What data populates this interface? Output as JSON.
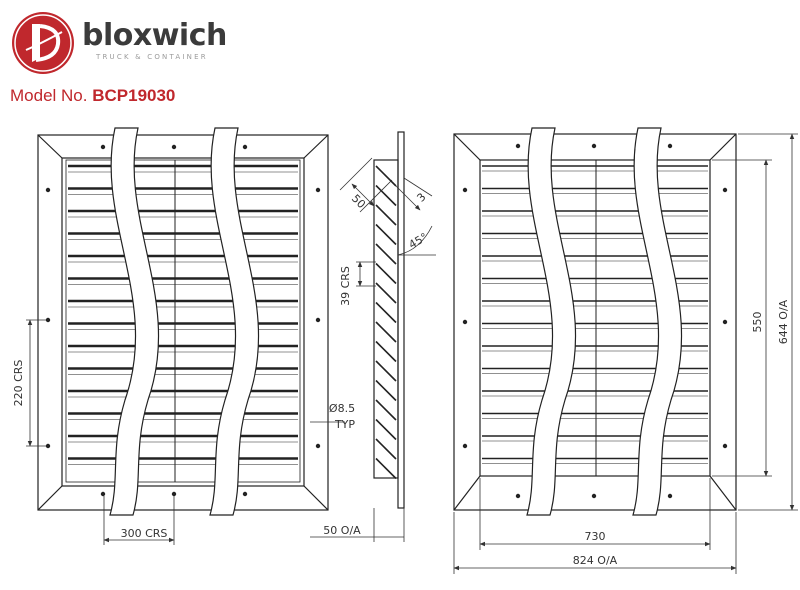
{
  "brand": {
    "name": "bloxwich",
    "tagline": "TRUCK & CONTAINER",
    "colors": {
      "red": "#c0282d",
      "grey": "#3b3b3b"
    }
  },
  "model": {
    "label": "Model No.",
    "number": "BCP19030"
  },
  "dimensions": {
    "front_left": {
      "vertical_crs": "220 CRS",
      "horizontal_crs": "300 CRS"
    },
    "side": {
      "depth": "50",
      "thickness": "3",
      "angle": "45°",
      "pitch": "39 CRS",
      "hole": "Ø8.5",
      "hole_note": "TYP",
      "overall": "50 O/A"
    },
    "front_right": {
      "inner_height": "550",
      "overall_height": "644 O/A",
      "inner_width": "730",
      "overall_width": "824 O/A"
    }
  }
}
